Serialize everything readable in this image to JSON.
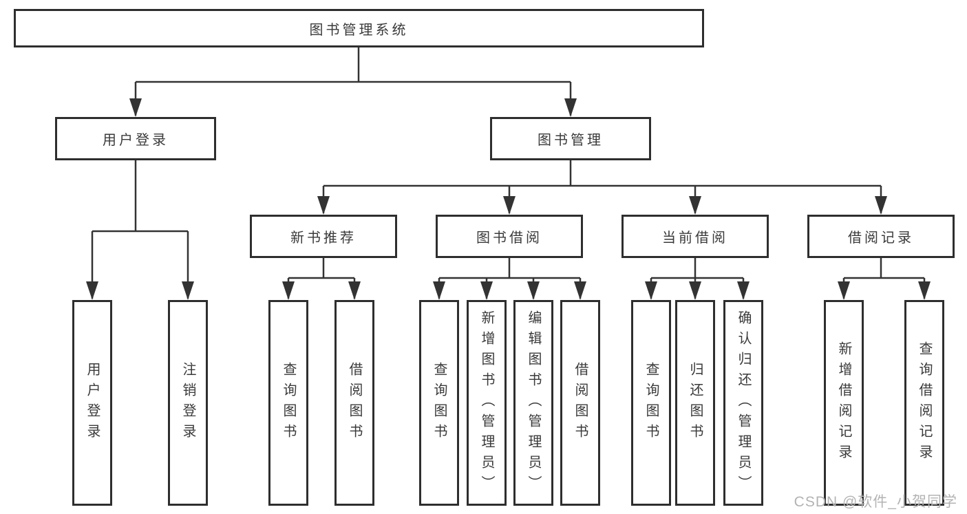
{
  "colors": {
    "background": "#ffffff",
    "box_border": "#2e2e2e",
    "connector_line": "#333333",
    "text": "#3a3a3a",
    "watermark": "#b3b3b3"
  },
  "watermark": "CSDN @软件_小贺同学",
  "diagram": {
    "root": {
      "label": "图书管理系统"
    },
    "branches": [
      {
        "label": "用户登录",
        "children": [
          {
            "label": "用户登录"
          },
          {
            "label": "注销登录"
          }
        ]
      },
      {
        "label": "图书管理",
        "children": [
          {
            "label": "新书推荐",
            "children": [
              {
                "label": "查询图书"
              },
              {
                "label": "借阅图书"
              }
            ]
          },
          {
            "label": "图书借阅",
            "children": [
              {
                "label": "查询图书"
              },
              {
                "label": "新增图书（管理员）"
              },
              {
                "label": "编辑图书（管理员）"
              },
              {
                "label": "借阅图书"
              }
            ]
          },
          {
            "label": "当前借阅",
            "children": [
              {
                "label": "查询图书"
              },
              {
                "label": "归还图书"
              },
              {
                "label": "确认归还（管理员）"
              }
            ]
          },
          {
            "label": "借阅记录",
            "children": [
              {
                "label": "新增借阅记录"
              },
              {
                "label": "查询借阅记录"
              }
            ]
          }
        ]
      }
    ]
  }
}
